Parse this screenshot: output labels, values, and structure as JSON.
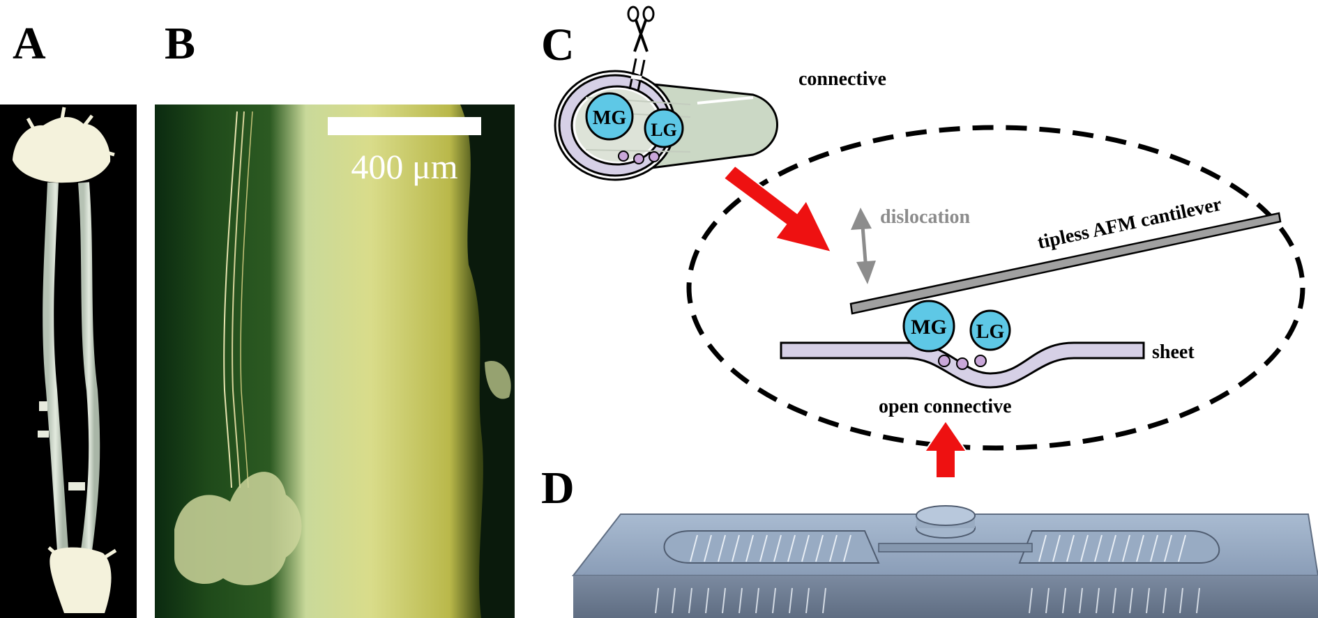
{
  "panels": {
    "a": "A",
    "b": "B",
    "c": "C",
    "d": "D"
  },
  "scale_bar": "400 μm",
  "labels": {
    "connective": "connective",
    "mg": "MG",
    "lg": "LG",
    "dislocation": "dislocation",
    "cantilever": "tipless AFM cantilever",
    "sheet": "sheet",
    "open_connective": "open connective"
  },
  "icons": {
    "cut": "scissors-icon"
  },
  "colors": {
    "fiber": "#5ec8e6",
    "sheath": "#d6d0e6",
    "small_fiber": "#c9a7d9",
    "arrow": "#ee1111",
    "dislocation": "#8c8c8c",
    "device": "#8ea3bd"
  }
}
